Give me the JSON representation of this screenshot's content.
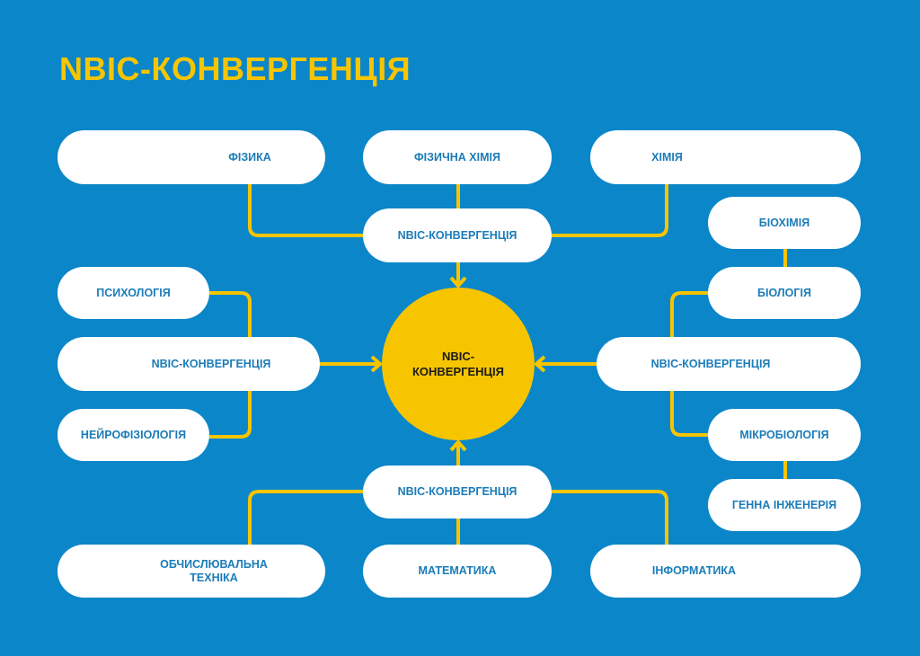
{
  "title": "NBIC-КОНВЕРГЕНЦІЯ",
  "center": "NBIC-КОНВЕРГЕНЦІЯ",
  "nodes": {
    "physics": "ФІЗИКА",
    "physical_chemistry": "ФІЗИЧНА ХІМІЯ",
    "chemistry": "ХІМІЯ",
    "nbic_top": "NBIC-КОНВЕРГЕНЦІЯ",
    "biochemistry": "БІОХІМІЯ",
    "biology": "БІОЛОГІЯ",
    "psychology": "ПСИХОЛОГІЯ",
    "nbic_left": "NBIC-КОНВЕРГЕНЦІЯ",
    "nbic_right": "NBIC-КОНВЕРГЕНЦІЯ",
    "neurophysiology": "НЕЙРОФІЗІОЛОГІЯ",
    "microbiology": "МІКРОБІОЛОГІЯ",
    "genetic_engineering": "ГЕННА ІНЖЕНЕРІЯ",
    "nbic_bottom": "NBIC-КОНВЕРГЕНЦІЯ",
    "computing": "ОБЧИСЛЮВАЛЬНА ТЕХНІКА",
    "mathematics": "МАТЕМАТИКА",
    "informatics": "ІНФОРМАТИКА"
  },
  "colors": {
    "background": "#0b86c9",
    "accent": "#f6c500",
    "box_text": "#1b7cb8"
  }
}
